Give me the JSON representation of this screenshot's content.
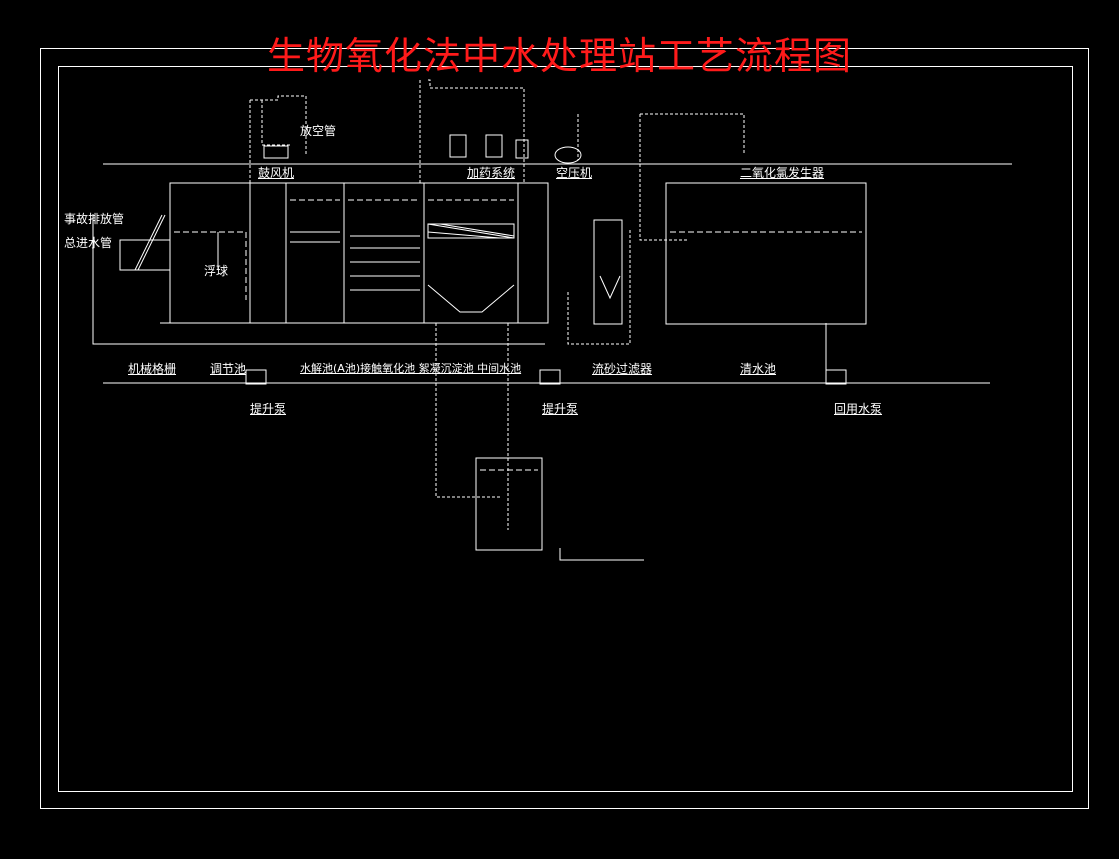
{
  "title": "生物氧化法中水处理站工艺流程图",
  "equipment": {
    "blower": "鼓风机",
    "vent_pipe": "放空管",
    "dosing_system": "加药系统",
    "air_compressor": "空压机",
    "chlorine_dioxide_generator": "二氧化氯发生器",
    "overflow_pipe": "事故排放管",
    "main_inlet_pipe": "总进水管",
    "float_ball": "浮球"
  },
  "units": {
    "screen": "机械格栅",
    "equalization_tank": "调节池",
    "process_tanks": "水解池(A池)接触氧化池 絮凝沉淀池 中间水池",
    "sand_filter": "流砂过滤器",
    "clear_water_tank": "清水池",
    "lift_pump_1": "提升泵",
    "lift_pump_2": "提升泵",
    "reuse_pump": "回用水泵"
  }
}
